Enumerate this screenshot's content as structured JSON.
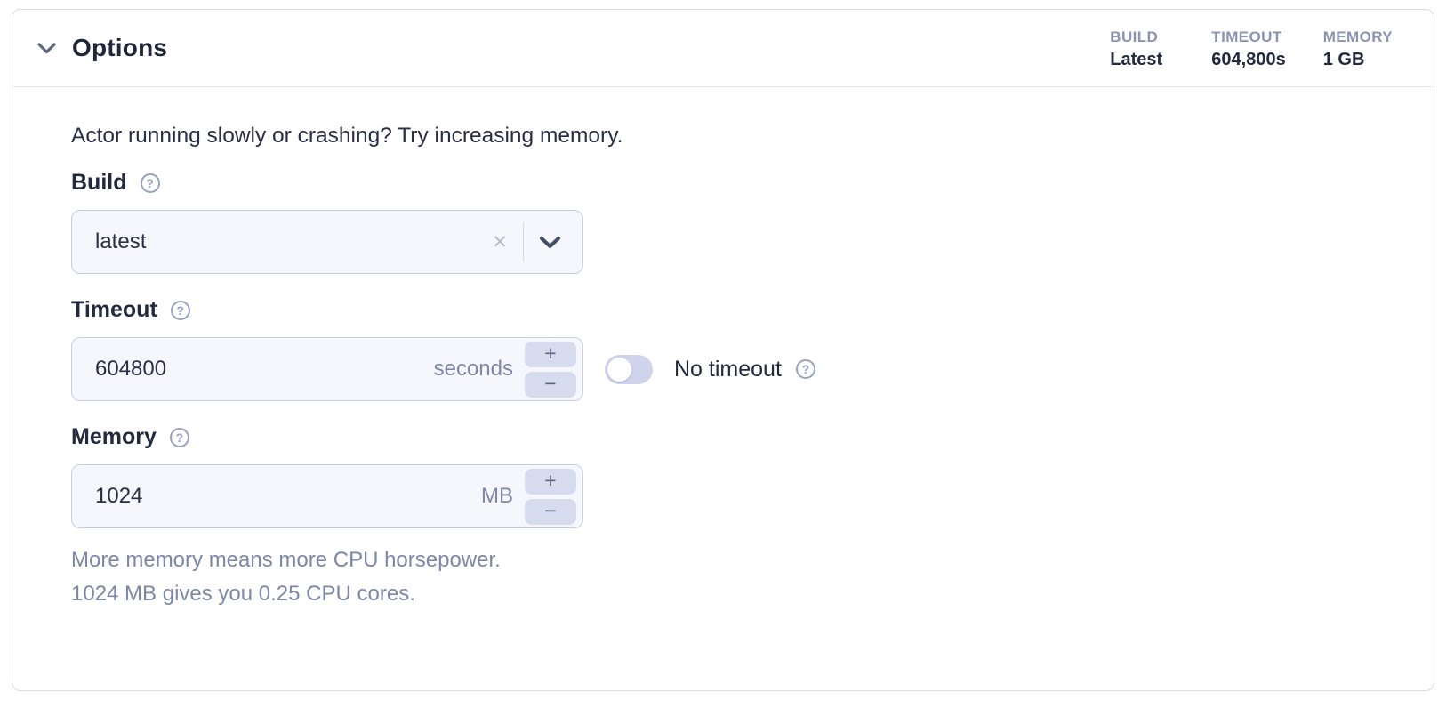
{
  "panel": {
    "title": "Options"
  },
  "summary": [
    {
      "label": "BUILD",
      "value": "Latest"
    },
    {
      "label": "TIMEOUT",
      "value": "604,800s"
    },
    {
      "label": "MEMORY",
      "value": "1 GB"
    }
  ],
  "intro": "Actor running slowly or crashing? Try increasing memory.",
  "fields": {
    "build": {
      "label": "Build",
      "value": "latest"
    },
    "timeout": {
      "label": "Timeout",
      "value": "604800",
      "unit": "seconds",
      "toggle_label": "No timeout"
    },
    "memory": {
      "label": "Memory",
      "value": "1024",
      "unit": "MB",
      "hint_line1": "More memory means more CPU horsepower.",
      "hint_line2": "1024 MB gives you 0.25 CPU cores."
    }
  },
  "icons": {
    "help": "?",
    "clear": "✕",
    "increment": "+",
    "decrement": "−",
    "chevron_down": "chevron-down"
  },
  "colors": {
    "text_dark": "#232a40",
    "text_muted_label": "#8a93b2",
    "text_hint": "#7d87a8",
    "control_bg": "#f6f7fc",
    "control_border": "#c7cde6",
    "stepper_bg": "#d7dbee",
    "toggle_track": "#cfd4ec",
    "card_border": "#d6daee"
  }
}
